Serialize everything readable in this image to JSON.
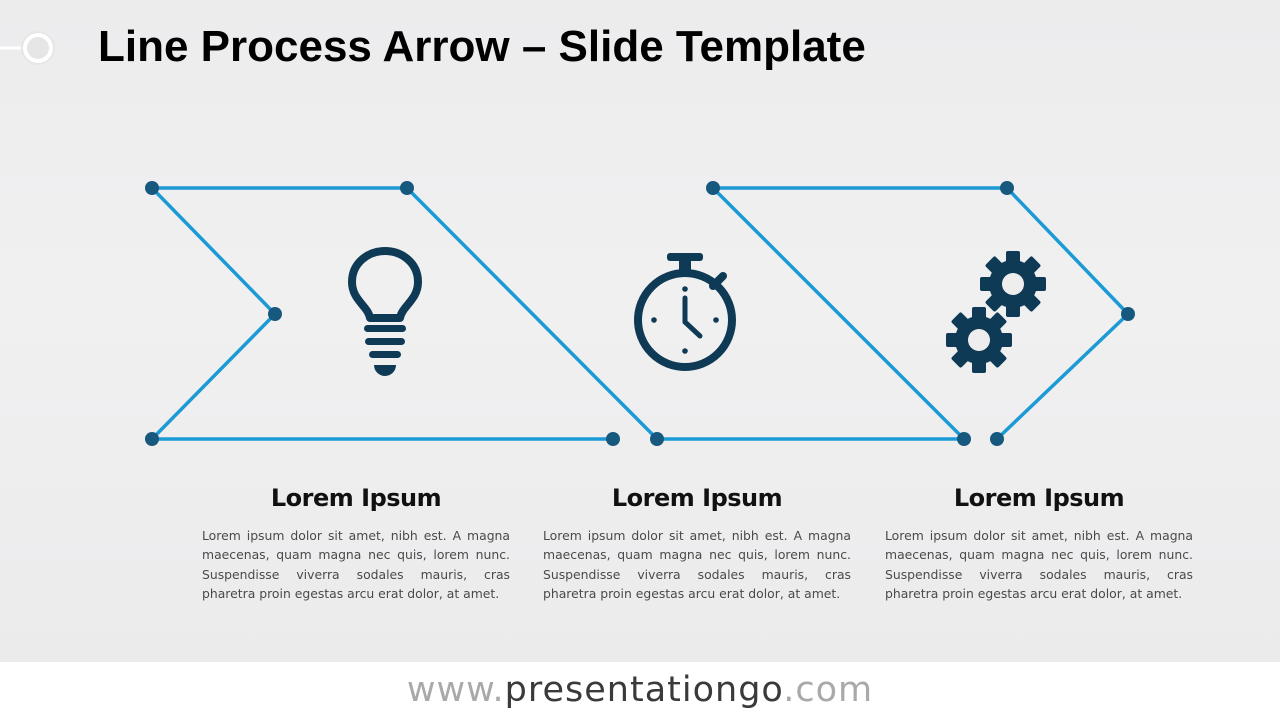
{
  "slide": {
    "title": "Line Process Arrow – Slide Template"
  },
  "colors": {
    "line": "#1b9ad6",
    "node": "#17587e",
    "icon": "#0f3a56"
  },
  "steps": [
    {
      "icon": "lightbulb-icon",
      "heading": "Lorem Ipsum",
      "body": "Lorem ipsum dolor sit amet, nibh est. A magna maecenas, quam magna nec quis, lorem nunc. Suspendisse viverra sodales mauris, cras pharetra proin egestas arcu erat dolor, at amet."
    },
    {
      "icon": "stopwatch-icon",
      "heading": "Lorem Ipsum",
      "body": "Lorem ipsum dolor sit amet, nibh est. A magna maecenas, quam magna nec quis, lorem nunc. Suspendisse viverra sodales mauris, cras pharetra proin egestas arcu erat dolor, at amet."
    },
    {
      "icon": "gears-icon",
      "heading": "Lorem Ipsum",
      "body": "Lorem ipsum dolor sit amet, nibh est. A magna maecenas, quam magna nec quis, lorem nunc. Suspendisse viverra sodales mauris, cras pharetra proin egestas arcu erat dolor, at amet."
    }
  ],
  "footer": {
    "url_prefix": "www.",
    "url_name": "presentationgo",
    "url_suffix": ".com"
  }
}
